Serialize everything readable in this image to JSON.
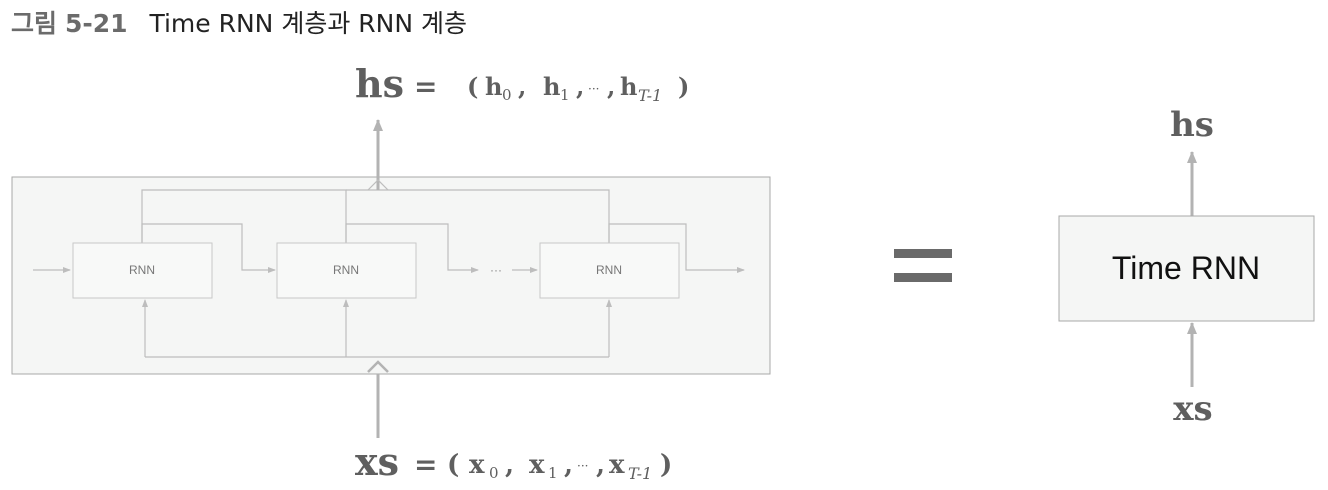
{
  "caption": {
    "label": "그림",
    "number": "5-21",
    "text": "Time RNN 계층과 RNN 계층"
  },
  "left": {
    "cells": [
      "RNN",
      "RNN",
      "RNN"
    ],
    "ellipsis": "···",
    "hs": {
      "name": "hs",
      "eq": "=",
      "open": "(",
      "h": "h",
      "sub0": "0",
      "comma": ",",
      "sub1": "1",
      "dots": "···",
      "subT": "T-1",
      "close": ")"
    },
    "xs": {
      "name": "xs",
      "eq": "=",
      "open": "(",
      "x": "x",
      "sub0": "0",
      "comma": ",",
      "sub1": "1",
      "dots": "···",
      "subT": "T-1",
      "close": ")"
    }
  },
  "equals": "=",
  "right": {
    "box_label": "Time RNN",
    "hs": "hs",
    "xs": "xs"
  },
  "colors": {
    "frame_fill": "#f5f6f5",
    "frame_stroke": "#a8a8a8",
    "cell_fill": "#f8f9f8",
    "cell_stroke": "#c8c8c8",
    "line": "#bdbdbd",
    "label": "#5f5f5f",
    "equals": "#6a6a6a"
  }
}
